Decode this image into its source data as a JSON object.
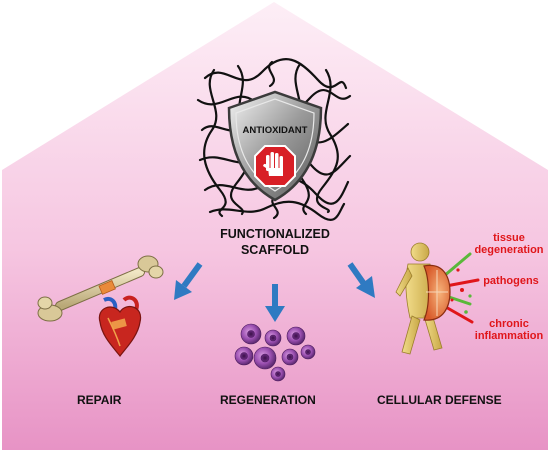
{
  "colors": {
    "pink_top": "#fbe4f1",
    "pink_bottom": "#e98ec6",
    "arrow_blue": "#2f7ac2",
    "threat_red": "#e0161a",
    "ray_green": "#5ab83a"
  },
  "scaffold": {
    "badge_label": "ANTIOXIDANT",
    "title_line1": "FUNCTIONALIZED",
    "title_line2": "SCAFFOLD",
    "icon": "stop-hand-shield-icon"
  },
  "outcomes": {
    "repair": "REPAIR",
    "regeneration": "REGENERATION",
    "cellular_defense": "CELLULAR DEFENSE"
  },
  "threats": {
    "tissue_line1": "tissue",
    "tissue_line2": "degeneration",
    "pathogens": "pathogens",
    "chronic_line1": "chronic",
    "chronic_line2": "inflammation"
  },
  "icons": [
    "bone-icon",
    "heart-icon",
    "cells-icon",
    "shielded-figure-icon"
  ]
}
